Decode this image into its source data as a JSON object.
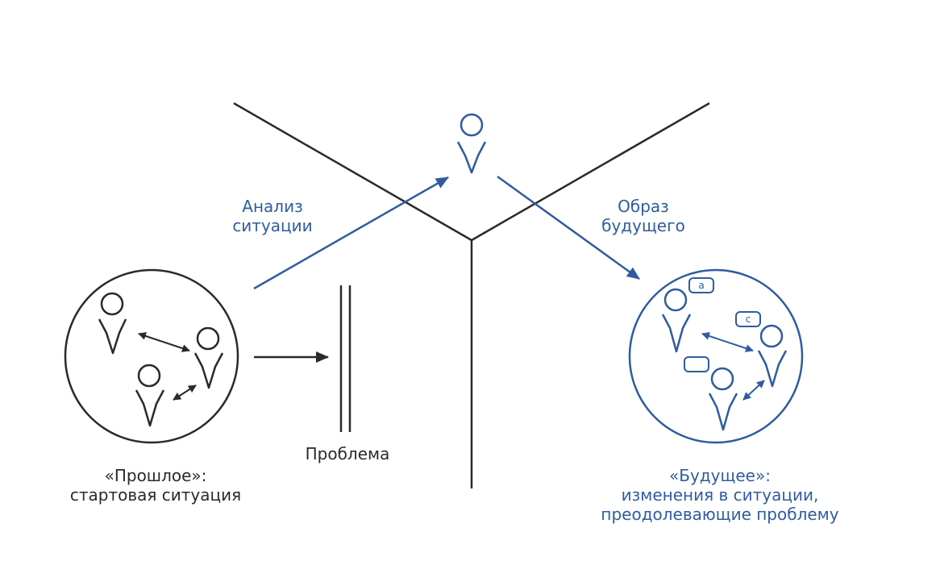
{
  "labels": {
    "analysis": [
      "Анализ",
      "ситуации"
    ],
    "future_image": [
      "Образ",
      "будущего"
    ],
    "problem": "Проблема",
    "past": [
      "«Прошлое»:",
      "стартовая ситуация"
    ],
    "future": [
      "«Будущее»:",
      "изменения в ситуации,",
      "преодолевающие проблему"
    ]
  },
  "badges": [
    "a",
    "c",
    ""
  ],
  "colors": {
    "dark": "#2a2a2a",
    "accent": "#2f5c9f"
  }
}
